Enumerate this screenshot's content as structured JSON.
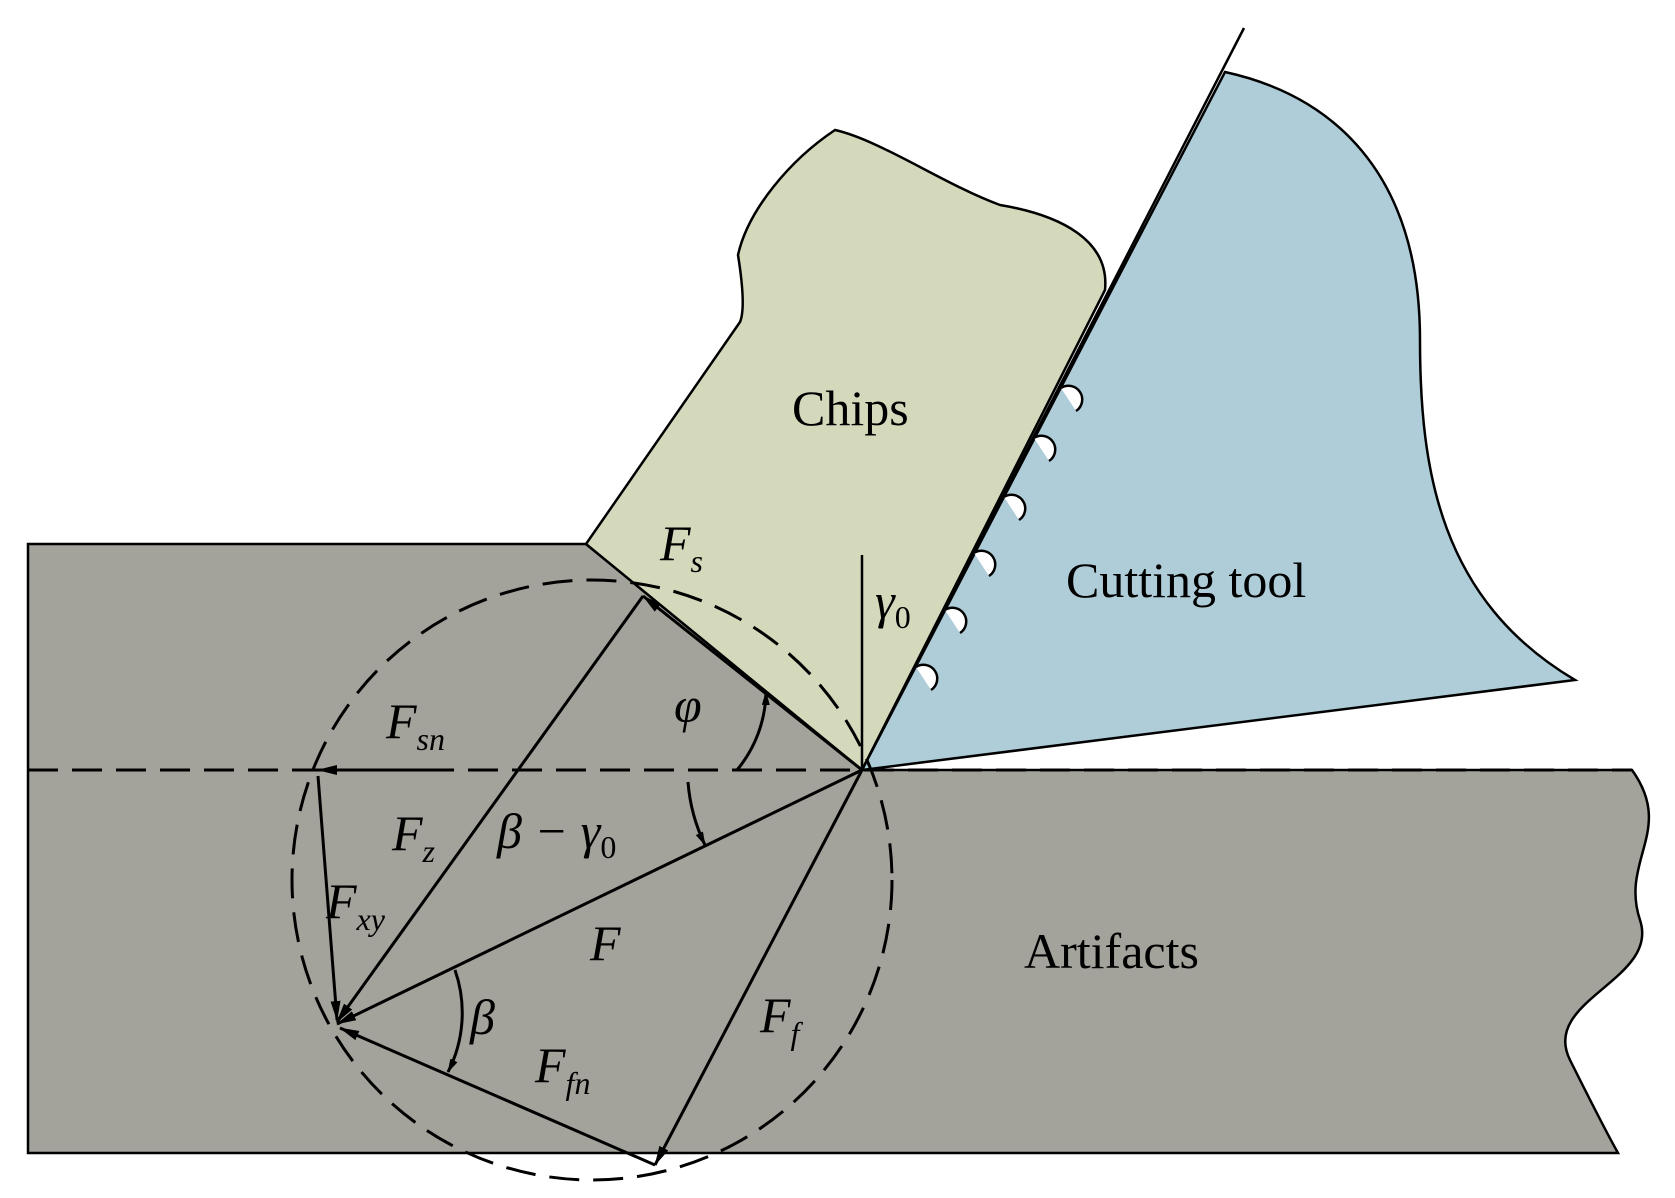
{
  "labels": {
    "chips": "Chips",
    "cutting_tool": "Cutting tool",
    "artifacts": "Artifacts"
  },
  "forces": {
    "Fs": {
      "main": "F",
      "sub": "s"
    },
    "Fsn": {
      "main": "F",
      "sub": "sn"
    },
    "Fz": {
      "main": "F",
      "sub": "z"
    },
    "Fxy": {
      "main": "F",
      "sub": "xy"
    },
    "F": {
      "main": "F",
      "sub": ""
    },
    "Ff": {
      "main": "F",
      "sub": "f"
    },
    "Ffn": {
      "main": "F",
      "sub": "fn"
    }
  },
  "angles": {
    "phi": "φ",
    "beta": "β",
    "beta_minus_gamma": "β − γ",
    "beta_minus_gamma_sub": "0",
    "gamma": "γ",
    "gamma_sub": "0"
  },
  "colors": {
    "workpiece": "#a3a29b",
    "chips": "#d4d9bc",
    "tool": "#aecdd8",
    "background": "#ffffff",
    "line": "#000000"
  }
}
